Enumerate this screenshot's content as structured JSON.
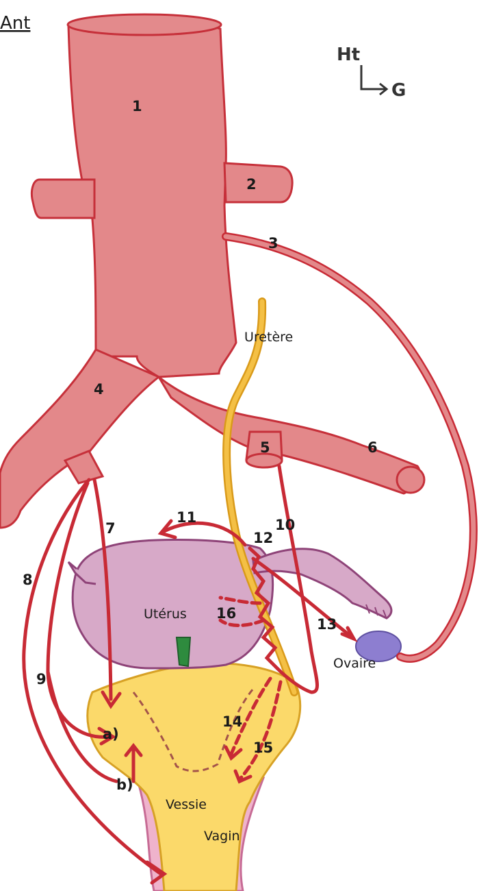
{
  "corner_label": "Ant",
  "orientation": {
    "top": "Ht",
    "side": "G"
  },
  "numbers": [
    "1",
    "2",
    "3",
    "4",
    "5",
    "6",
    "7",
    "8",
    "9",
    "10",
    "11",
    "12",
    "13",
    "14",
    "15",
    "16"
  ],
  "sub_labels": {
    "a": "a)",
    "b": "b)"
  },
  "organs": {
    "uretere": "Uretère",
    "uterus": "Utérus",
    "ovaire": "Ovaire",
    "vessie": "Vessie",
    "vagin": "Vagin"
  },
  "colors": {
    "artery": "#e3888a",
    "artery_outline": "#c6303a",
    "vessel_line": "#c82a35",
    "ureter": "#f4b530",
    "uterus": "#d7a9c8",
    "uterus_outline": "#8e4378",
    "bladder": "#fbd96a",
    "vagina": "#efb3cc",
    "ovary": "#8d7ed0",
    "cervix": "#2e8b3e"
  }
}
